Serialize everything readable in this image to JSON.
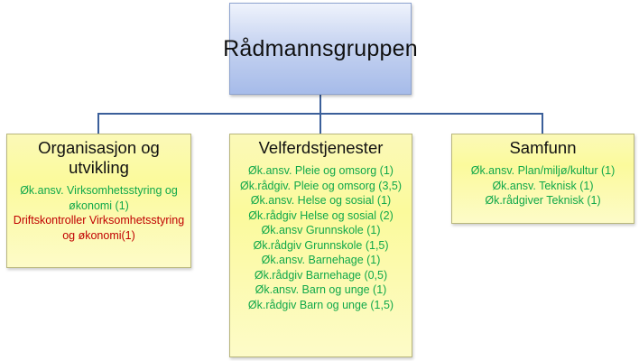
{
  "root": {
    "title": "Rådmannsgruppen"
  },
  "children": [
    {
      "title": "Organisasjon og utvikling",
      "lines": [
        {
          "text": "Øk.ansv. Virksomhetsstyring og økonomi (1)",
          "color": "#10a84a"
        },
        {
          "text": "Driftskontroller Virksomhetsstyring og økonomi(1)",
          "color": "#c00000"
        }
      ]
    },
    {
      "title": "Velferdstjenester",
      "lines": [
        {
          "text": "Øk.ansv. Pleie og omsorg (1)",
          "color": "#10a84a"
        },
        {
          "text": "Øk.rådgiv. Pleie og omsorg (3,5)",
          "color": "#10a84a"
        },
        {
          "text": "Øk.ansv. Helse og sosial (1)",
          "color": "#10a84a"
        },
        {
          "text": "Øk.rådgiv Helse og sosial (2)",
          "color": "#10a84a"
        },
        {
          "text": "Øk.ansv Grunnskole (1)",
          "color": "#10a84a"
        },
        {
          "text": "Øk.rådgiv Grunnskole (1,5)",
          "color": "#10a84a"
        },
        {
          "text": "Øk.ansv. Barnehage (1)",
          "color": "#10a84a"
        },
        {
          "text": "Øk.rådgiv Barnehage (0,5)",
          "color": "#10a84a"
        },
        {
          "text": "Øk.ansv. Barn og unge (1)",
          "color": "#10a84a"
        },
        {
          "text": "Øk.rådgiv Barn og unge (1,5)",
          "color": "#10a84a"
        }
      ]
    },
    {
      "title": "Samfunn",
      "lines": [
        {
          "text": "Øk.ansv. Plan/miljø/kultur (1)",
          "color": "#10a84a"
        },
        {
          "text": "Øk.ansv. Teknisk (1)",
          "color": "#10a84a"
        },
        {
          "text": "Øk.rådgiver Teknisk (1)",
          "color": "#10a84a"
        }
      ]
    }
  ],
  "colors": {
    "connector": "#3b5f9a",
    "root_fill": "#b7c8ee",
    "child_fill": "#fbfaa8",
    "text_green": "#10a84a",
    "text_red": "#c00000"
  }
}
